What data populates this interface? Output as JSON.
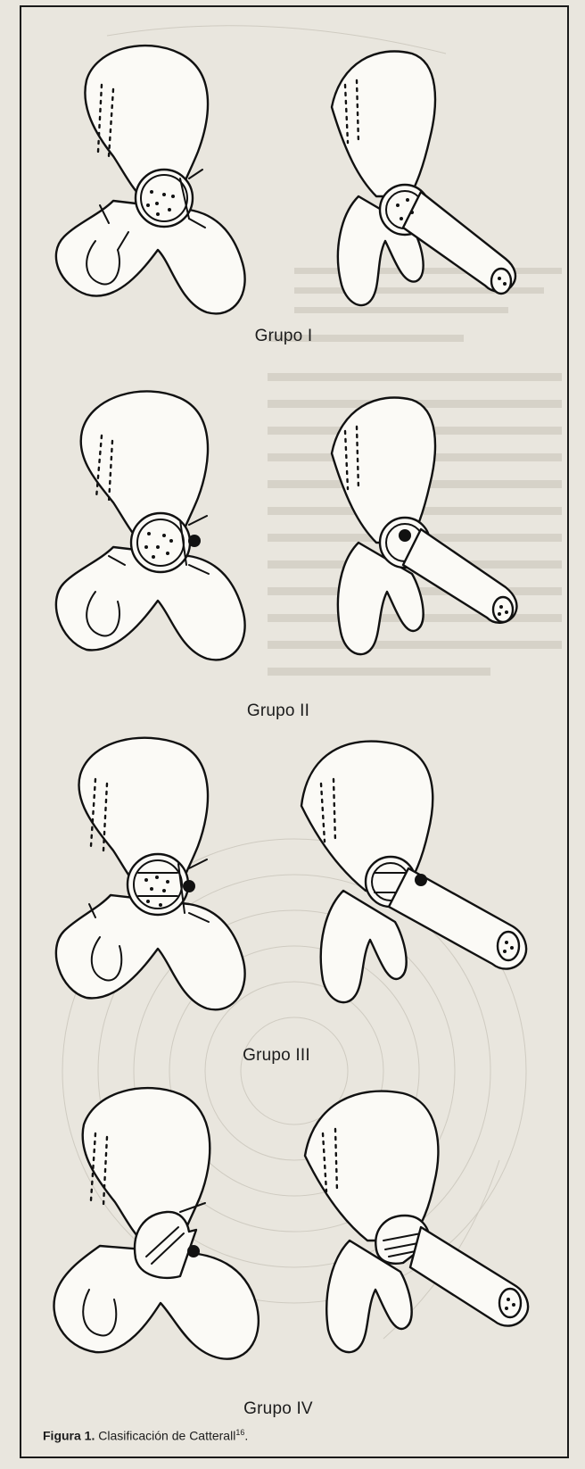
{
  "figure": {
    "groups": [
      {
        "label": "Grupo I"
      },
      {
        "label": "Grupo II"
      },
      {
        "label": "Grupo III"
      },
      {
        "label": "Grupo IV"
      }
    ],
    "caption": {
      "prefix": "Figura 1.",
      "text": "Clasificación de Catterall",
      "superscript": "16",
      "suffix": "."
    }
  }
}
